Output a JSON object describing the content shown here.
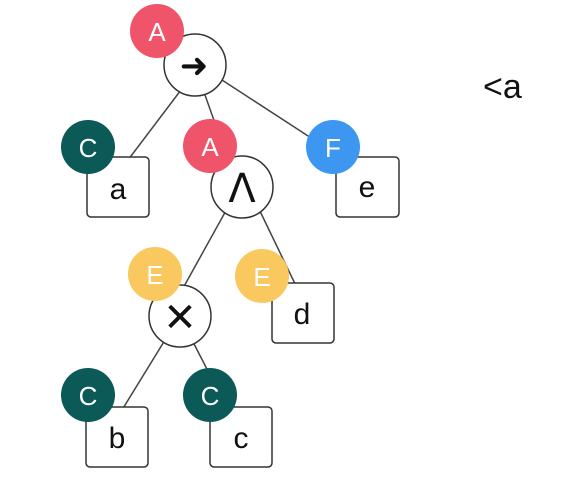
{
  "colors": {
    "A": "#f0546a",
    "C": "#0b5a57",
    "E": "#f9c85f",
    "F": "#3d97f0",
    "edge": "#444444",
    "node_stroke": "#333333"
  },
  "side_text": "<a",
  "operators": {
    "root": "➜",
    "and": "Λ",
    "times": "✕"
  },
  "leaves": {
    "a": "a",
    "e": "e",
    "d": "d",
    "b": "b",
    "c": "c"
  },
  "badges": {
    "root": "A",
    "and": "A",
    "a": "C",
    "e": "F",
    "times": "E",
    "d": "E",
    "b": "C",
    "c": "C"
  },
  "badge_colors": {
    "root": "A",
    "and": "A",
    "a": "C",
    "e": "F",
    "times": "E",
    "d": "E",
    "b": "C",
    "c": "C"
  }
}
